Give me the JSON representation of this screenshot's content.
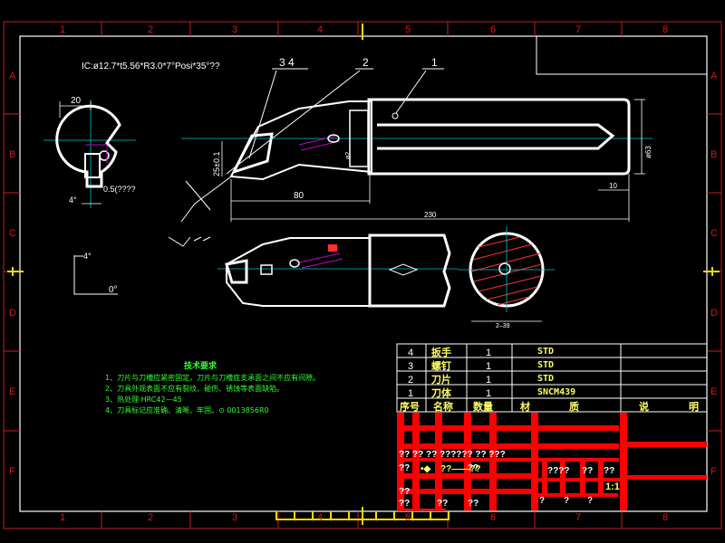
{
  "colors": {
    "background": "#000000",
    "frame": "#c81e1e",
    "outline": "#ffffff",
    "centerline": "#00c8c8",
    "hidden": "#c800c8",
    "hatch": "#ff3030",
    "note_text": "#33ff33",
    "table_text": "#ffff66",
    "titleblock_red": "#ff0000",
    "marker_yellow": "#ffd800"
  },
  "grid": {
    "columns": [
      "1",
      "2",
      "3",
      "4",
      "5",
      "6",
      "7",
      "8"
    ],
    "rows": [
      "A",
      "B",
      "C",
      "D",
      "E",
      "F"
    ]
  },
  "spec": "IC:ø12.7*t5.56*R3.0*7°Posi*35°??",
  "balloons": {
    "b34": "3 4",
    "b2": "2",
    "b1": "1"
  },
  "dims": {
    "d20": "20",
    "d25": "25±0.1",
    "d80": "80",
    "d230": "230",
    "d10": "10",
    "d_angle4": "4°",
    "d05": "0.5(????",
    "d_bore_small": "ø2",
    "d_dia": "ø63",
    "view_angle": "4°",
    "view_zero": "0°",
    "d_section": "2–39"
  },
  "notes": {
    "title": "技术要求",
    "items": [
      "1、刀片与刀槽应紧密固定，刀片与刀槽底支承面之间不应有间隙。",
      "2、刀具外观表面不应有裂纹、碰伤、锈蚀等表面缺陷。",
      "3、热处理 HRC42—45",
      "4、刀具标记应准确、清晰、牢固。⊙ 0013856R0"
    ]
  },
  "parts": {
    "headers": [
      "序号",
      "名称",
      "数量",
      "材",
      "质",
      "说",
      "明"
    ],
    "rows": [
      {
        "no": "4",
        "name": "扳手",
        "qty": "1",
        "material": "STD"
      },
      {
        "no": "3",
        "name": "螺钉",
        "qty": "1",
        "material": "STD"
      },
      {
        "no": "2",
        "name": "刀片",
        "qty": "1",
        "material": "STD"
      },
      {
        "no": "1",
        "name": "刀体",
        "qty": "1",
        "material": "SNCM439"
      }
    ]
  },
  "titleblock": {
    "r1": "?? ?? ?? ?????? ?? ???",
    "r2a": "??",
    "r2b": "•◆",
    "r2c": "??——??",
    "r2d": "??",
    "r2e": "????",
    "r2f": "??",
    "r2g": "??",
    "scale": "1:1",
    "r3": "??",
    "r4a": "??",
    "r4b": "??",
    "r4c": "??",
    "r4d": "?",
    "r4e": "?",
    "r4f": "?"
  }
}
